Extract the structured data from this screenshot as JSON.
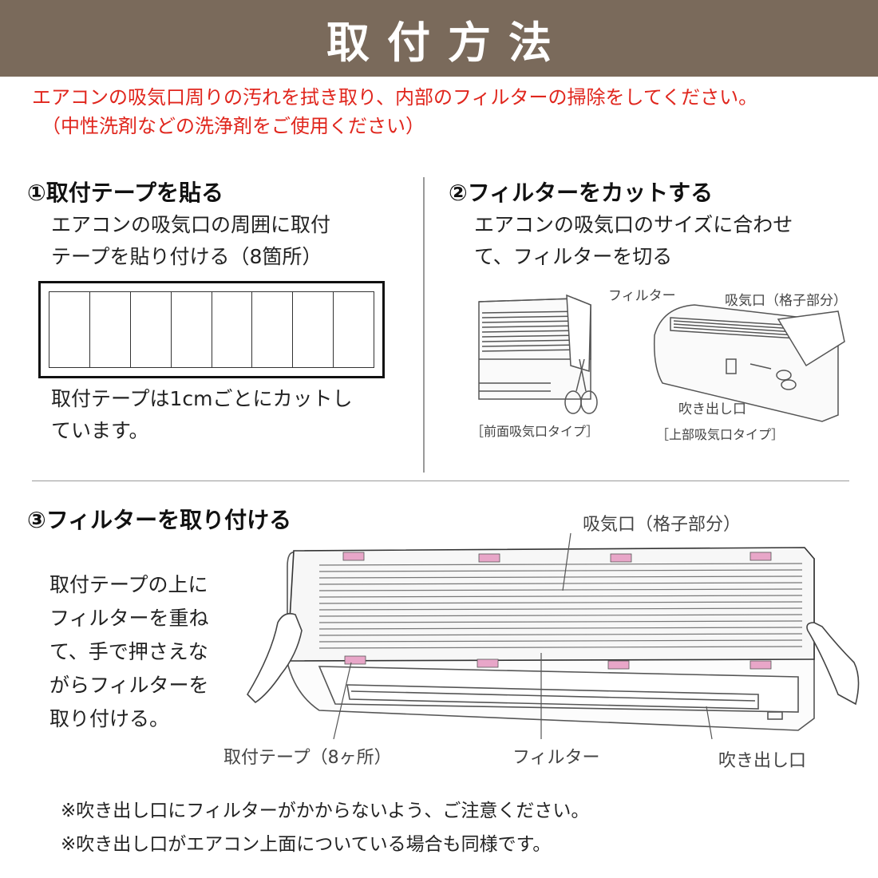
{
  "header": {
    "title": "取付方法"
  },
  "notice": {
    "line1": "エアコンの吸気口周りの汚れを拭き取り、内部のフィルターの掃除をしてください。",
    "line2": "（中性洗剤などの洗浄剤をご使用ください）"
  },
  "step1": {
    "title": "①取付テープを貼る",
    "desc_line1": "エアコンの吸気口の周囲に取付",
    "desc_line2": "テープを貼り付ける（8箇所）",
    "tape_note_line1": "取付テープは1cmごとにカットし",
    "tape_note_line2": "ています。"
  },
  "step2": {
    "title": "②フィルターをカットする",
    "desc_line1": "エアコンの吸気口のサイズに合わせ",
    "desc_line2": "て、フィルターを切る",
    "label_filter": "フィルター",
    "label_intake": "吸気口（格子部分）",
    "label_outlet": "吹き出し口",
    "caption_front": "［前面吸気口タイプ］",
    "caption_top": "［上部吸気口タイプ］"
  },
  "step3": {
    "title": "③フィルターを取り付ける",
    "desc_lines": [
      "取付テープの上に",
      "フィルターを重ね",
      "て、手で押さえな",
      "がらフィルターを",
      "取り付ける。"
    ],
    "label_intake": "吸気口（格子部分）",
    "label_tape": "取付テープ（8ヶ所）",
    "label_filter": "フィルター",
    "label_outlet": "吹き出し口"
  },
  "notes": [
    "※吹き出し口にフィルターがかからないよう、ご注意ください。",
    "※吹き出し口がエアコン上面についている場合も同様です。"
  ],
  "colors": {
    "header_bg": "#7a6a5b",
    "notice_text": "#e0261d",
    "tape_pink": "#e8a6c8"
  }
}
